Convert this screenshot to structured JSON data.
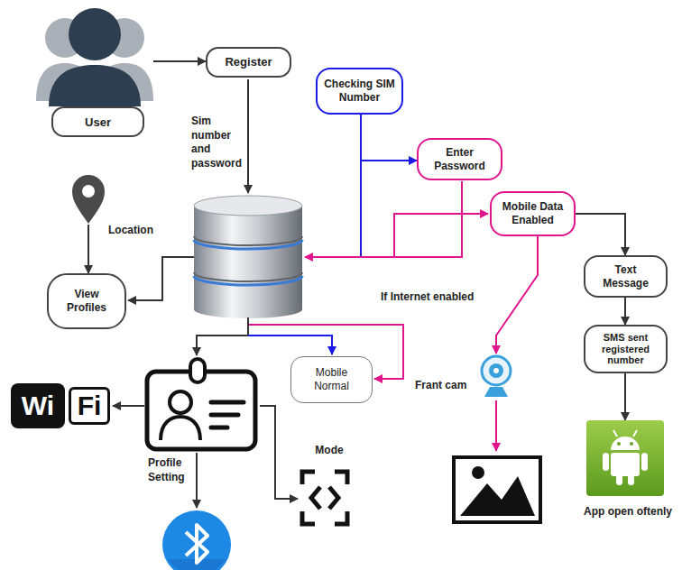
{
  "diagram": {
    "nodes": [
      {
        "text": [
          "User"
        ]
      },
      {
        "text": [
          "Register"
        ]
      },
      {
        "text": [
          "Checking SIM Number"
        ]
      },
      {
        "text": [
          "Enter Password"
        ]
      },
      {
        "text": [
          "Mobile Data Enabled"
        ]
      },
      {
        "text": [
          "Location"
        ]
      },
      {
        "text": [
          "View Profiles"
        ]
      },
      {
        "text": [
          "Text Message"
        ]
      },
      {
        "text": [
          "SMS sent registered number"
        ]
      },
      {
        "text": [
          "Mobile Normal"
        ]
      },
      {
        "text": [
          "Frant cam"
        ]
      },
      {
        "text": [
          "Wi",
          "Fi"
        ]
      },
      {
        "text": [
          "Profile Setting"
        ]
      },
      {
        "text": [
          "Mode"
        ]
      },
      {
        "text": [
          "App open oftenly"
        ]
      }
    ],
    "edges": [
      {
        "from": 0,
        "to": 1,
        "arrow": "to"
      },
      {
        "from": 2,
        "to": 3,
        "arrow": "to"
      },
      {
        "from": 4,
        "to": 7,
        "arrow": "to"
      },
      {
        "from": 7,
        "to": 8,
        "arrow": "to"
      },
      {
        "from": 8,
        "to": 14,
        "arrow": "to"
      },
      {
        "from": 5,
        "to": 6,
        "arrow": "to"
      },
      {
        "from": 4,
        "to": 10,
        "label": "If Internet enabled",
        "arrow": "to"
      },
      {
        "from": 12,
        "to": 11,
        "arrow": "to"
      },
      {
        "from": 12,
        "to": 13,
        "arrow": "to"
      }
    ],
    "labels": [
      "Sim number and password"
    ]
  }
}
